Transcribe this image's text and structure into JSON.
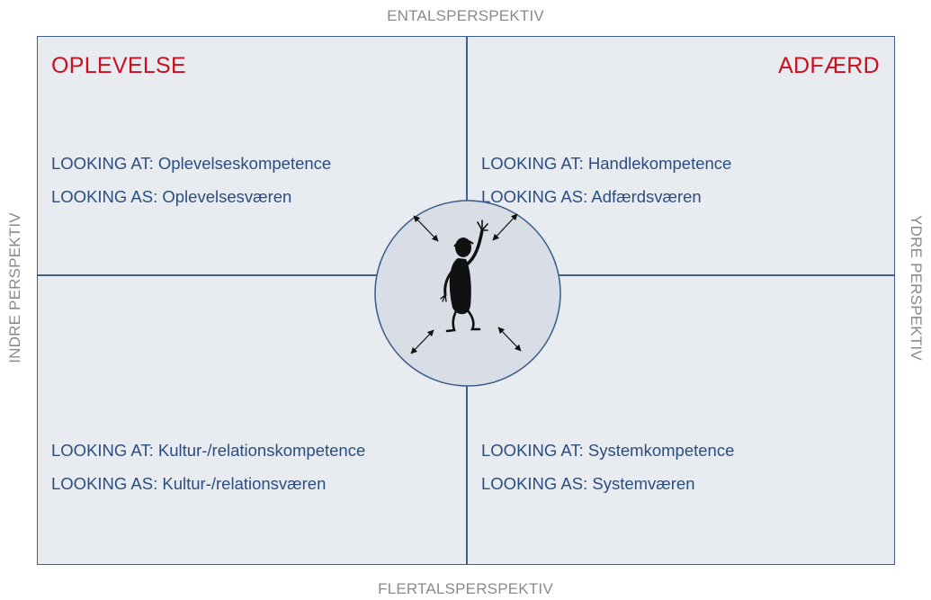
{
  "axes": {
    "top": "ENTALSPERSPEKTIV",
    "bottom": "FLERTALSPERSPEKTIV",
    "left": "INDRE PERSPEKTIV",
    "right": "YDRE PERSPEKTIV"
  },
  "quadrants": {
    "top_left": {
      "title": "OPLEVELSE",
      "looking_at": "LOOKING AT: Oplevelseskompetence",
      "looking_as": "LOOKING AS: Oplevelsesværen"
    },
    "top_right": {
      "title": "ADFÆRD",
      "looking_at": "LOOKING AT: Handlekompetence",
      "looking_as": "LOOKING AS: Adfærdsværen"
    },
    "bottom_left": {
      "looking_at": "LOOKING AT: Kultur-/relationskompetence",
      "looking_as": "LOOKING AS: Kultur-/relationsværen"
    },
    "bottom_right": {
      "looking_at": "LOOKING AT: Systemkompetence",
      "looking_as": "LOOKING AS: Systemværen"
    }
  },
  "colors": {
    "border": "#3d5f8c",
    "background": "#e8ebf0",
    "title": "#c8101e",
    "text": "#2b4d80",
    "axis_label": "#8a8a8a"
  },
  "icons": {
    "center": "waving-person-icon",
    "arrows": "double-headed-arrow-icon"
  }
}
